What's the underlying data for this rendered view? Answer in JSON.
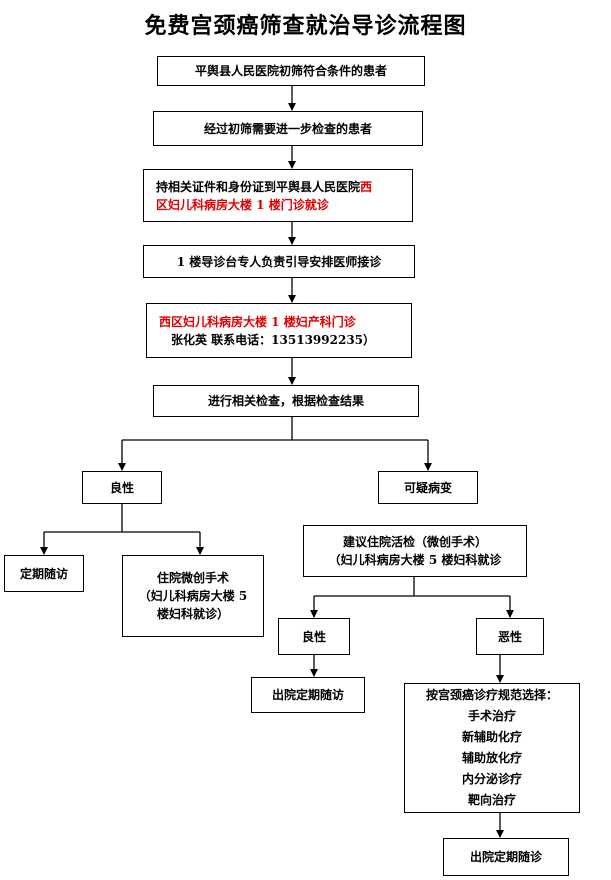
{
  "title": "免费宫颈癌筛查就治导诊流程图",
  "boxes": {
    "b1": "平舆县人民医院初筛符合条件的患者",
    "b2": "经过初筛需要进一步检查的患者",
    "b3_line1_black": "持相关证件和身份证到平舆县人民医院",
    "b3_line1_red": "西",
    "b3_line2_red": "区妇儿科病房大楼 1 楼门诊就诊",
    "b4": "1 楼导诊台专人负责引导安排医师接诊",
    "b5_line1": "西区妇儿科病房大楼 1 楼妇产科门诊",
    "b5_line2": "张化英   联系电话：13513992235）",
    "b6": "进行相关检查，根据检查结果",
    "benign": "良性",
    "suspect": "可疑病变",
    "followup": "定期随访",
    "surgery_line1": "住院微创手术",
    "surgery_line2": "（妇儿科病房大楼 5",
    "surgery_line3": "楼妇科就诊）",
    "biopsy_line1": "建议住院活检（微创手术）",
    "biopsy_line2": "（妇儿科病房大楼 5 楼妇科就诊",
    "benign2": "良性",
    "malignant": "恶性",
    "discharge1": "出院定期随访",
    "treat_title": "按宫颈癌诊疗规范选择：",
    "treat_items": [
      "手术治疗",
      "新辅助化疗",
      "辅助放化疗",
      "内分泌诊疗",
      "靶向治疗"
    ],
    "discharge2": "出院定期随诊"
  }
}
